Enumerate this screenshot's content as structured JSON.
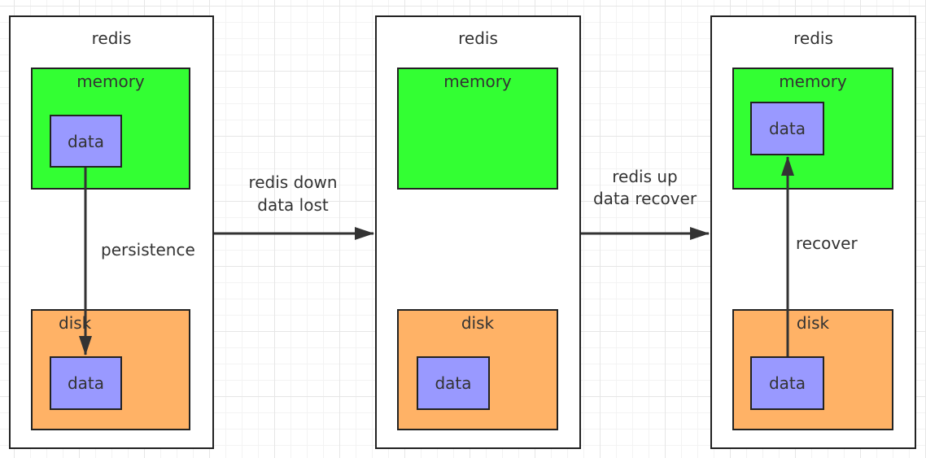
{
  "panels": [
    {
      "title": "redis",
      "memory": {
        "label": "memory",
        "data": "data"
      },
      "disk": {
        "label": "disk",
        "data": "data"
      }
    },
    {
      "title": "redis",
      "memory": {
        "label": "memory"
      },
      "disk": {
        "label": "disk",
        "data": "data"
      }
    },
    {
      "title": "redis",
      "memory": {
        "label": "memory",
        "data": "data"
      },
      "disk": {
        "label": "disk",
        "data": "data"
      }
    }
  ],
  "arrows": {
    "persistence": "persistence",
    "down_line1": "redis down",
    "down_line2": "data lost",
    "up_line1": "redis up",
    "up_line2": "data recover",
    "recover": "recover"
  },
  "colors": {
    "memory": "#33ff33",
    "disk": "#ffb266",
    "data": "#9999ff",
    "border": "#222222"
  }
}
